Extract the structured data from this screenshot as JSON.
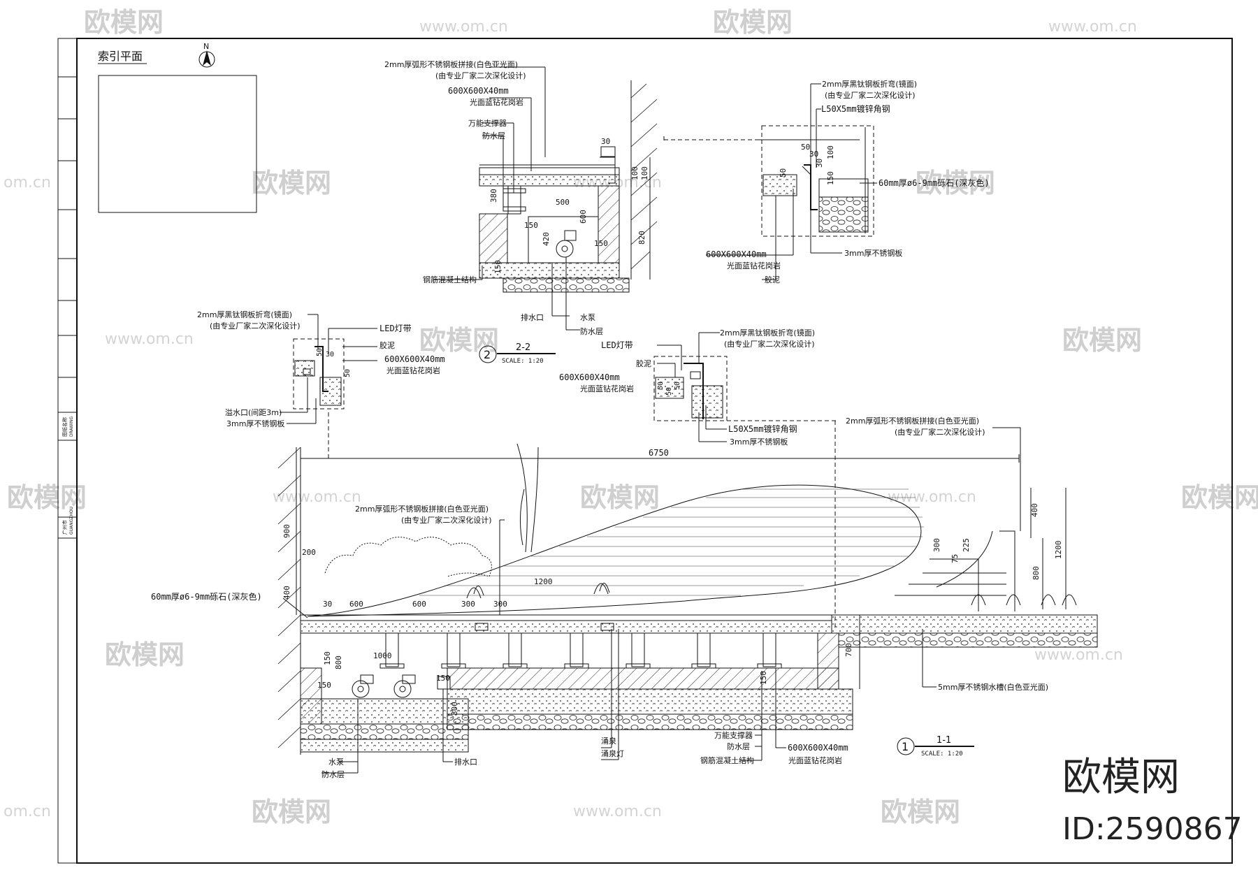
{
  "index_plan": {
    "title": "索引平面",
    "north": "N"
  },
  "section_2_2": {
    "number": "2",
    "title": "2-2",
    "scale": "SCALE:  1:20",
    "notes": [
      "2mm厚弧形不锈钢板拼接(白色亚光面)",
      "(由专业厂家二次深化设计)",
      "600X600X40mm",
      "光面蓝钻花岗岩",
      "万能支撑器",
      "防水层",
      "钢筋混凝土结构",
      "排水口",
      "水泵",
      "防水层"
    ],
    "dims": [
      "30",
      "100",
      "100",
      "380",
      "500",
      "600",
      "150",
      "420",
      "150",
      "820",
      "150"
    ]
  },
  "detail_a": {
    "notes": [
      "2mm厚黑钛钢板折弯(镜面)",
      "(由专业厂家二次深化设计)",
      "L50X5mm镀锌角钢",
      "60mm厚ø6-9mm砾石(深灰色)",
      "600X600X40mm",
      "光面蓝钻花岗岩",
      "胶泥",
      "3mm厚不锈钢板"
    ],
    "dims": [
      "50",
      "30",
      "100",
      "30",
      "50",
      "150"
    ]
  },
  "detail_b": {
    "notes": [
      "2mm厚黑钛钢板折弯(镜面)",
      "(由专业厂家二次深化设计)",
      "LED灯带",
      "胶泥",
      "600X600X40mm",
      "光面蓝钻花岗岩",
      "溢水口(间距3m)",
      "3mm厚不锈钢板"
    ],
    "dims": [
      "50",
      "30",
      "50"
    ]
  },
  "detail_c": {
    "notes": [
      "2mm厚黑钛钢板折弯(镜面)",
      "(由专业厂家二次深化设计)",
      "LED灯带",
      "胶泥",
      "600X600X40mm",
      "光面蓝钻花岗岩",
      "L50X5mm镀锌角钢",
      "3mm厚不锈钢板"
    ],
    "dims": [
      "50",
      "50",
      "50"
    ]
  },
  "section_1_1": {
    "number": "1",
    "title": "1-1",
    "scale": "SCALE:  1:20",
    "notes": [
      "2mm厚弧形不锈钢板拼接(白色亚光面)",
      "(由专业厂家二次深化设计)",
      "2mm厚弧形不锈钢板拼接(白色亚光面)",
      "(由专业厂家二次深化设计)",
      "60mm厚ø6-9mm砾石(深灰色)",
      "5mm厚不锈钢水槽(白色亚光面)",
      "涌泉",
      "涌泉灯",
      "万能支撑器",
      "防水层",
      "钢筋混凝土结构",
      "600X600X40mm",
      "光面蓝钻花岗岩",
      "水泵",
      "防水层",
      "排水口"
    ],
    "dims": [
      "6750",
      "900",
      "200",
      "400",
      "600",
      "600",
      "300",
      "300",
      "1200",
      "30",
      "150",
      "800",
      "1000",
      "150",
      "150",
      "300",
      "150",
      "700",
      "400",
      "1200",
      "800",
      "300",
      "225",
      "75"
    ]
  },
  "title_block": {
    "cells": [
      "广州市",
      "GUANGZHOU",
      "图纸名称",
      "DRAWING"
    ]
  },
  "watermark": {
    "brand": "欧模网",
    "url": "www.om.cn",
    "url_short": "om.cn"
  },
  "brand_mark": {
    "name": "欧模网",
    "id": "ID:2590867"
  }
}
